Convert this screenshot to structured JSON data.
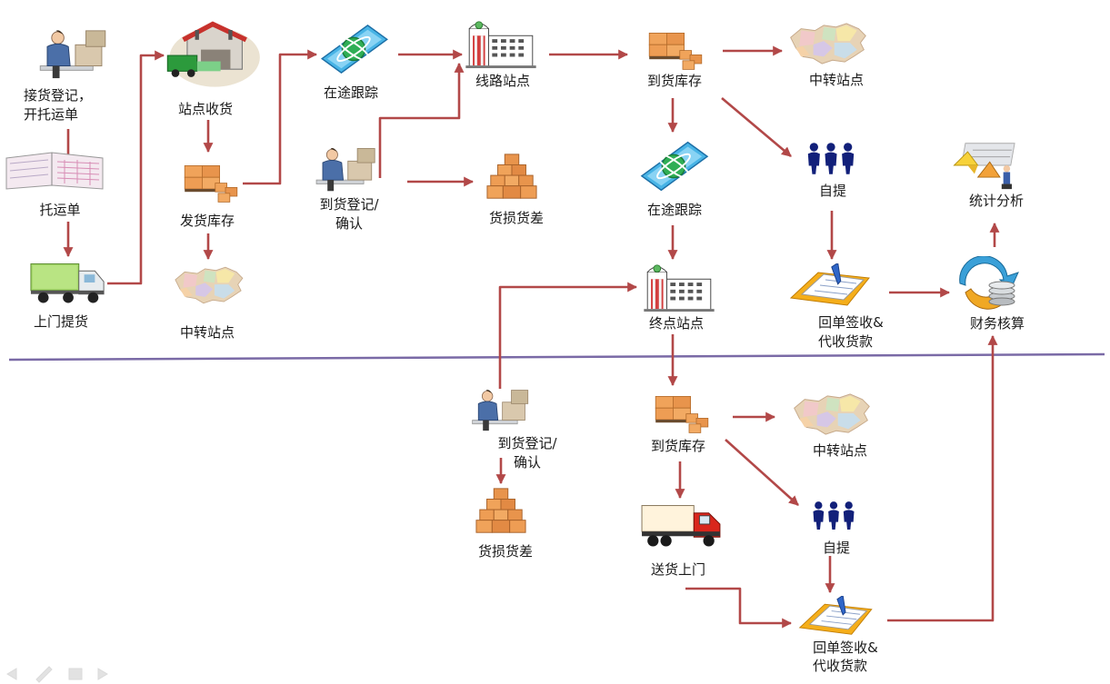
{
  "nodes": {
    "register": {
      "line1": "接货登记，",
      "line2": "开托运单"
    },
    "waybill": "托运单",
    "pickup": "上门提货",
    "station_receive": "站点收货",
    "ship_stock": "发货库存",
    "transfer_1": "中转站点",
    "tracking_1": "在途跟踪",
    "arrival_confirm_1": {
      "line1": "到货登记/",
      "line2": "确认"
    },
    "route_station": "线路站点",
    "damage_1": "货损货差",
    "arrival_stock_1": "到货库存",
    "transfer_2": "中转站点",
    "tracking_2": "在途跟踪",
    "self_pickup_1": "自提",
    "statistics": "统计分析",
    "terminal_station": "终点站点",
    "receipt_1": {
      "line1": "回单签收&",
      "line2": "代收货款"
    },
    "finance": "财务核算",
    "arrival_confirm_2": {
      "line1": "到货登记/",
      "line2": "确认"
    },
    "damage_2": "货损货差",
    "arrival_stock_2": "到货库存",
    "transfer_3": "中转站点",
    "delivery": "送货上门",
    "self_pickup_2": "自提",
    "receipt_2": {
      "line1": "回单签收&",
      "line2": "代收货款"
    }
  },
  "colors": {
    "arrow": "#b24848",
    "divider": "#7a6aa6",
    "text": "#1a1a1a"
  }
}
